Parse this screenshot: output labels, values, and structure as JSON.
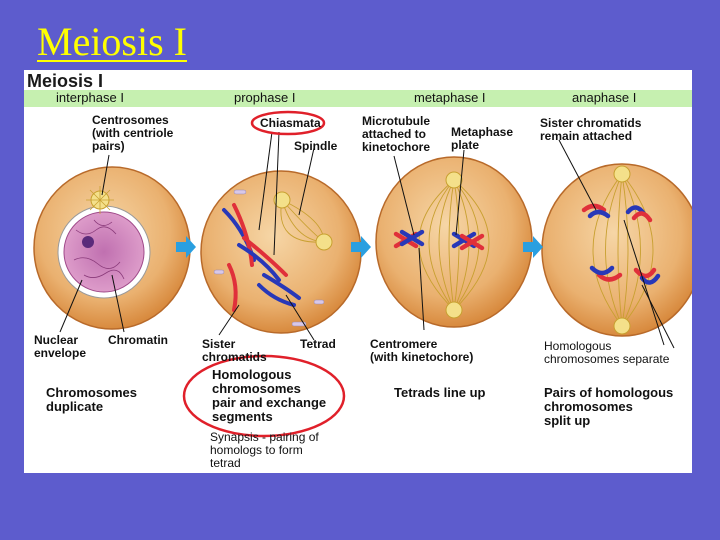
{
  "slide": {
    "title": "Meiosis I"
  },
  "diagram": {
    "title": "Meiosis I",
    "stages": [
      "interphase I",
      "prophase I",
      "metaphase I",
      "anaphase I"
    ],
    "labels": {
      "centrosomes": "Centrosomes\n(with centriole\npairs)",
      "chiasmata": "Chiasmata",
      "spindle": "Spindle",
      "microtubule": "Microtubule\nattached to\nkinetochore",
      "metaphase_plate": "Metaphase\nplate",
      "sister_attached": "Sister chromatids\nremain attached",
      "nuclear_envelope": "Nuclear\nenvelope",
      "chromatin": "Chromatin",
      "sister_chromatids": "Sister\nchromatids",
      "tetrad": "Tetrad",
      "centromere": "Centromere\n(with kinetochore)",
      "homologous_separate": "Homologous\nchromosomes separate"
    },
    "captions": {
      "interphase": "Chromosomes\nduplicate",
      "prophase": "Homologous\nchromosomes\npair and exchange\nsegments",
      "prophase_note": "Synapsis - pairing of\nhomologs to form\ntetrad",
      "metaphase": "Tetrads line up",
      "anaphase": "Pairs of homologous\nchromosomes\nsplit up"
    }
  },
  "colors": {
    "background": "#5d5ccd",
    "title": "#ffff00",
    "stage_bar": "#c6f0b0",
    "cell": "#e8a45a",
    "chromosome_red": "#e0303a",
    "chromosome_blue": "#2838b8",
    "highlight_circle": "#e0202a",
    "arrow": "#2a9fe0"
  }
}
